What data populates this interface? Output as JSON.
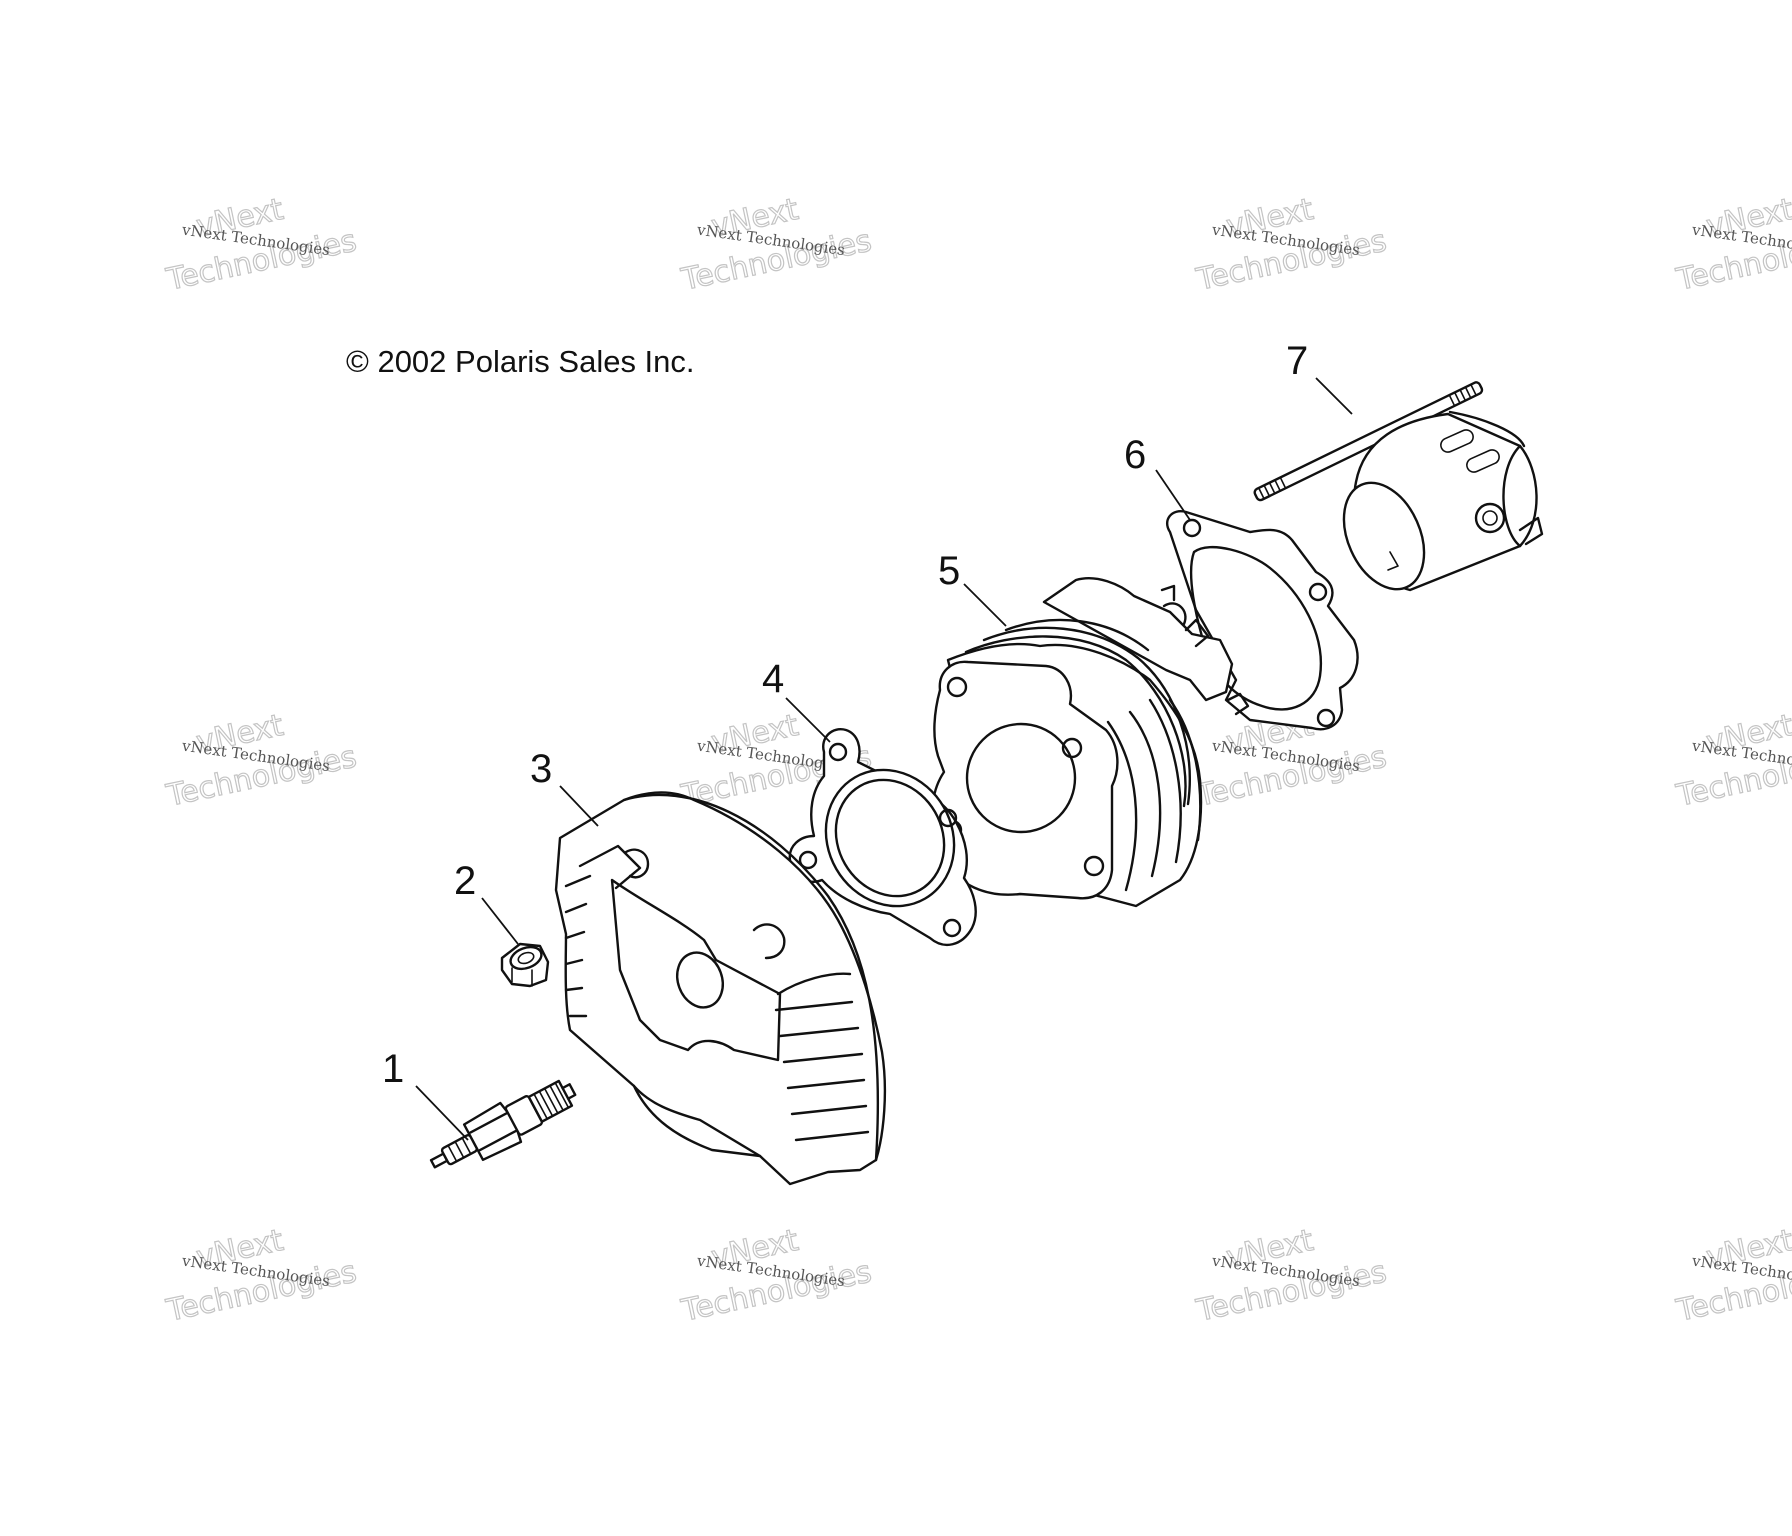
{
  "copyright": "© 2002 Polaris Sales Inc.",
  "watermark": {
    "small": "vNext Technologies",
    "big_line1": "vNext",
    "big_line2": "Technologies"
  },
  "callouts": [
    {
      "id": "1",
      "part": "spark-plug"
    },
    {
      "id": "2",
      "part": "nut"
    },
    {
      "id": "3",
      "part": "cylinder-head"
    },
    {
      "id": "4",
      "part": "head-gasket"
    },
    {
      "id": "5",
      "part": "cylinder"
    },
    {
      "id": "6",
      "part": "base-gasket"
    },
    {
      "id": "7",
      "part": "stud"
    }
  ],
  "colors": {
    "line": "#111111",
    "watermark": "#c4c4c4",
    "background": "#ffffff"
  }
}
